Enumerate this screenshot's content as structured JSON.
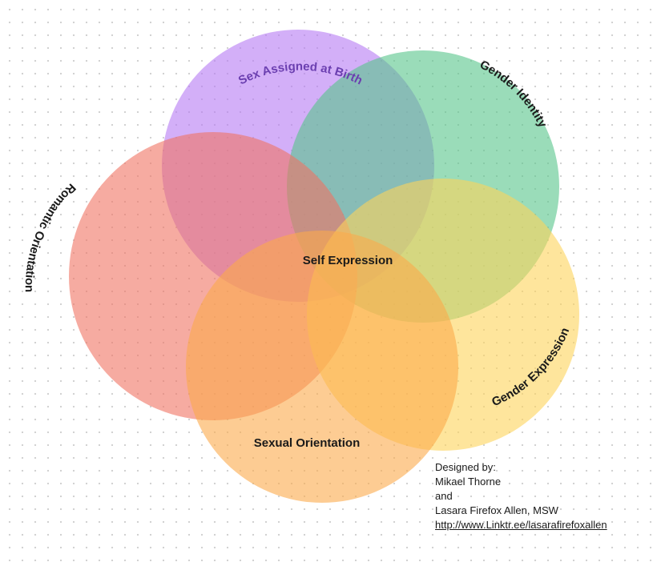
{
  "diagram": {
    "circles": [
      {
        "id": "sex",
        "label": "Sex Assigned at Birth",
        "color": "#b57af4",
        "label_color": "#6b3fb0"
      },
      {
        "id": "gender-identity",
        "label": "Gender Identity",
        "color": "#57c48b",
        "label_color": "#1a1a1a"
      },
      {
        "id": "romantic",
        "label": "Romantic Orientation",
        "color": "#f07363",
        "label_color": "#1a1a1a"
      },
      {
        "id": "gender-expression",
        "label": "Gender Expression",
        "color": "#fdd45a",
        "label_color": "#1a1a1a"
      },
      {
        "id": "sexual",
        "label": "Sexual Orientation",
        "color": "#fcaa4b",
        "label_color": "#1a1a1a"
      }
    ],
    "center_label": "Self Expression"
  },
  "credits": {
    "heading": "Designed by:",
    "name1": "Mikael Thorne",
    "conjunction": "and",
    "name2": "Lasara Firefox Allen, MSW",
    "link": "http://www.Linktr.ee/lasarafirefoxallen"
  }
}
